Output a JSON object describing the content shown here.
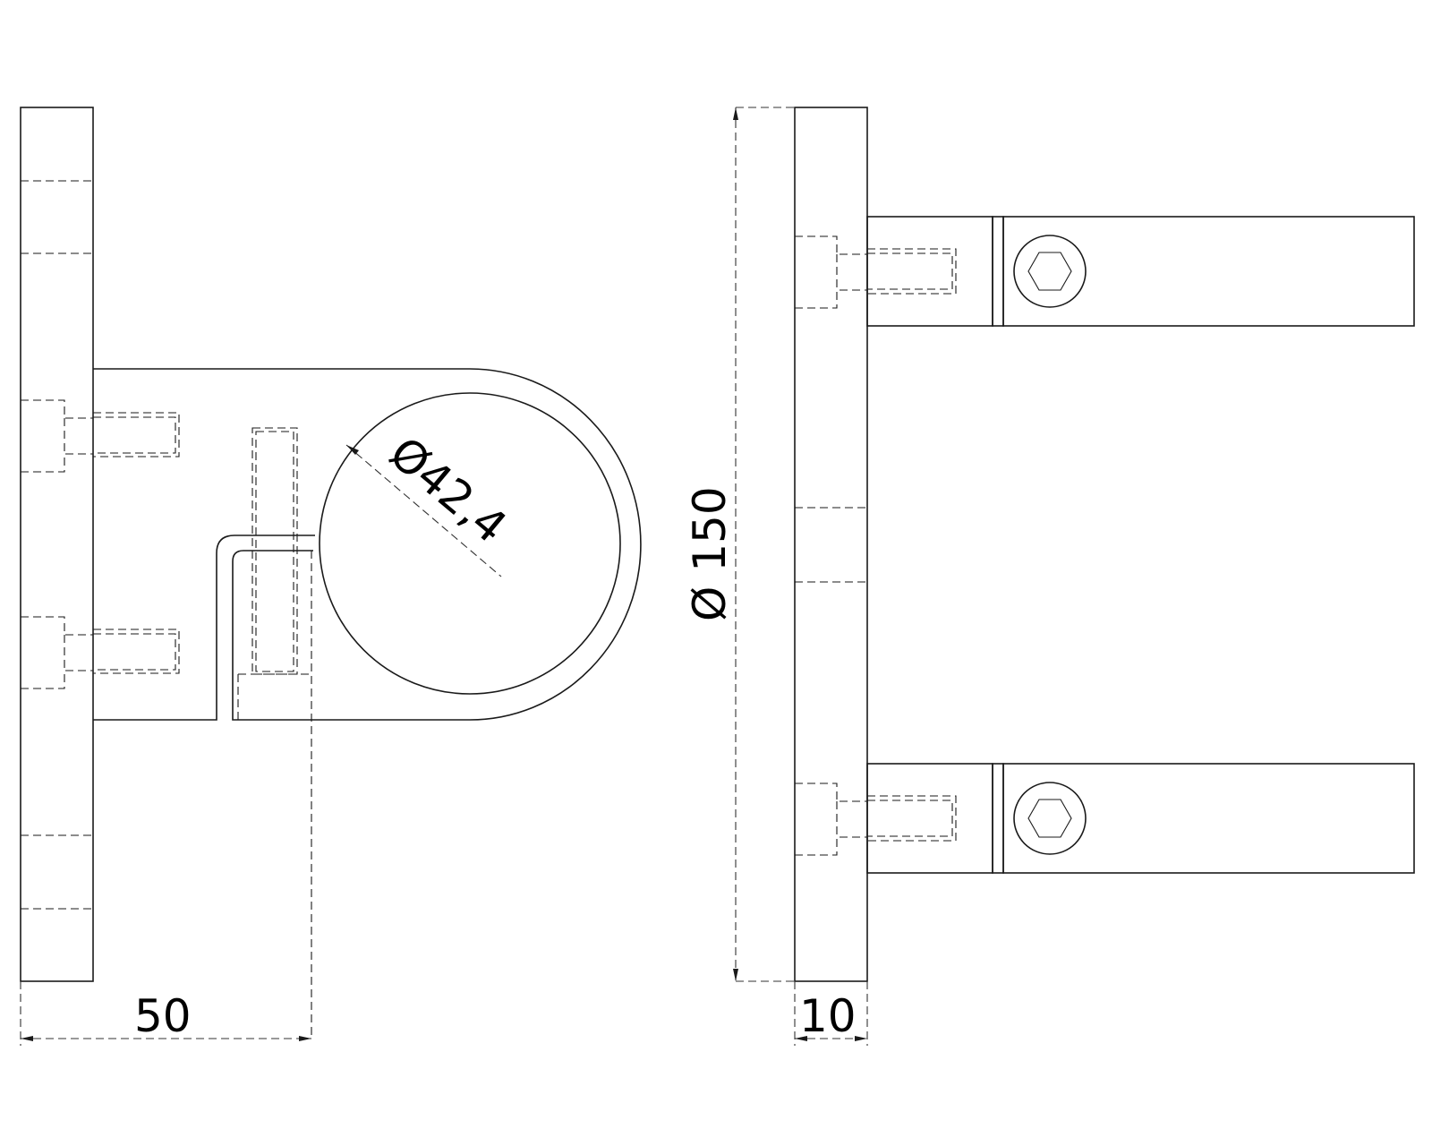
{
  "drawing": {
    "dimensions": {
      "length_left": "50",
      "thickness": "10",
      "diameter_flange": "Ø 150",
      "diameter_pipe": "Ø42,4"
    },
    "colors": {
      "line": "#1a1a1a",
      "background": "#ffffff"
    }
  }
}
